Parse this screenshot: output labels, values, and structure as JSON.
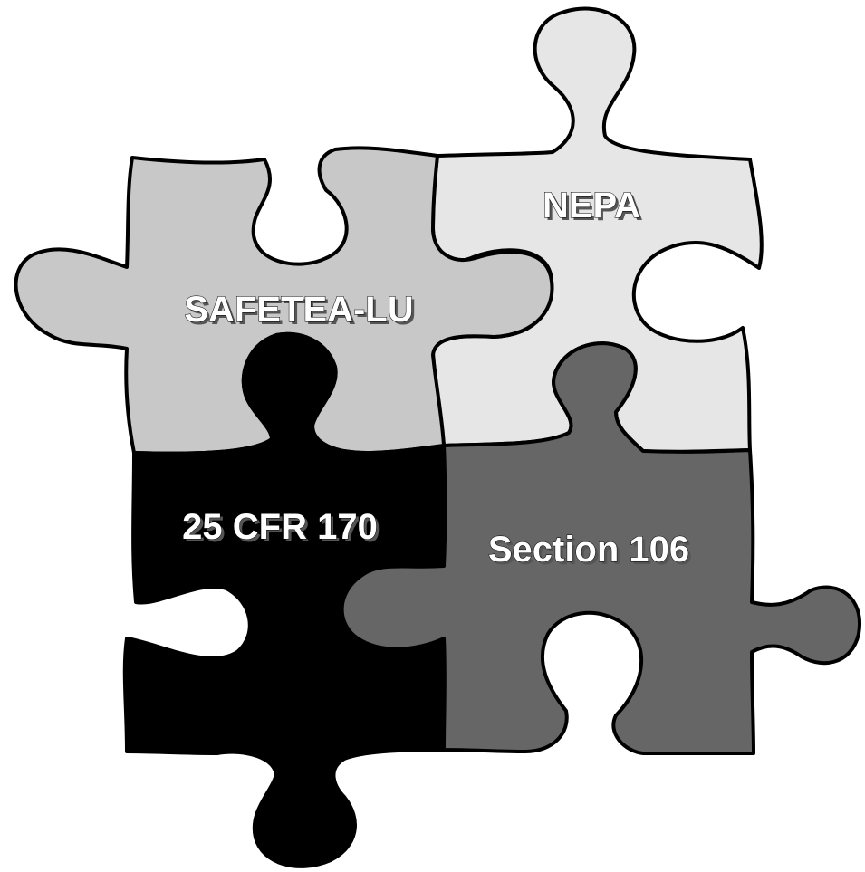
{
  "pieces": {
    "nepa": {
      "label": "NEPA",
      "color": "#e6e6e6"
    },
    "safetea": {
      "label": "SAFETEA-LU",
      "color": "#c8c8c8"
    },
    "cfr": {
      "label": "25 CFR 170",
      "color": "#000000"
    },
    "section106": {
      "label": "Section 106",
      "color": "#666666"
    }
  },
  "colors": {
    "outline": "#000000",
    "label_text": "#ffffff",
    "label_shadow": "#555555"
  }
}
